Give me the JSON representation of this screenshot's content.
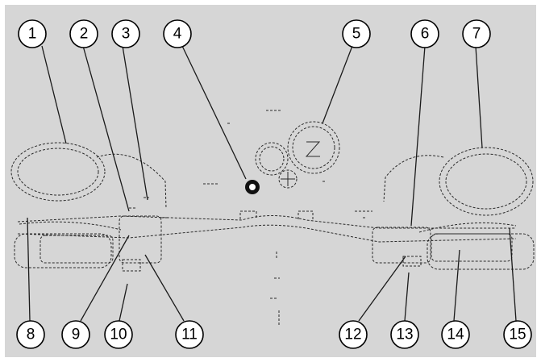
{
  "colors": {
    "background": "#d6d6d6",
    "line": "#1a1a1a",
    "callout_fill": "#ffffff"
  },
  "callouts": {
    "c1": "1",
    "c2": "2",
    "c3": "3",
    "c4": "4",
    "c5": "5",
    "c6": "6",
    "c7": "7",
    "c8": "8",
    "c9": "9",
    "c10": "10",
    "c11": "11",
    "c12": "12",
    "c13": "13",
    "c14": "14",
    "c15": "15"
  }
}
